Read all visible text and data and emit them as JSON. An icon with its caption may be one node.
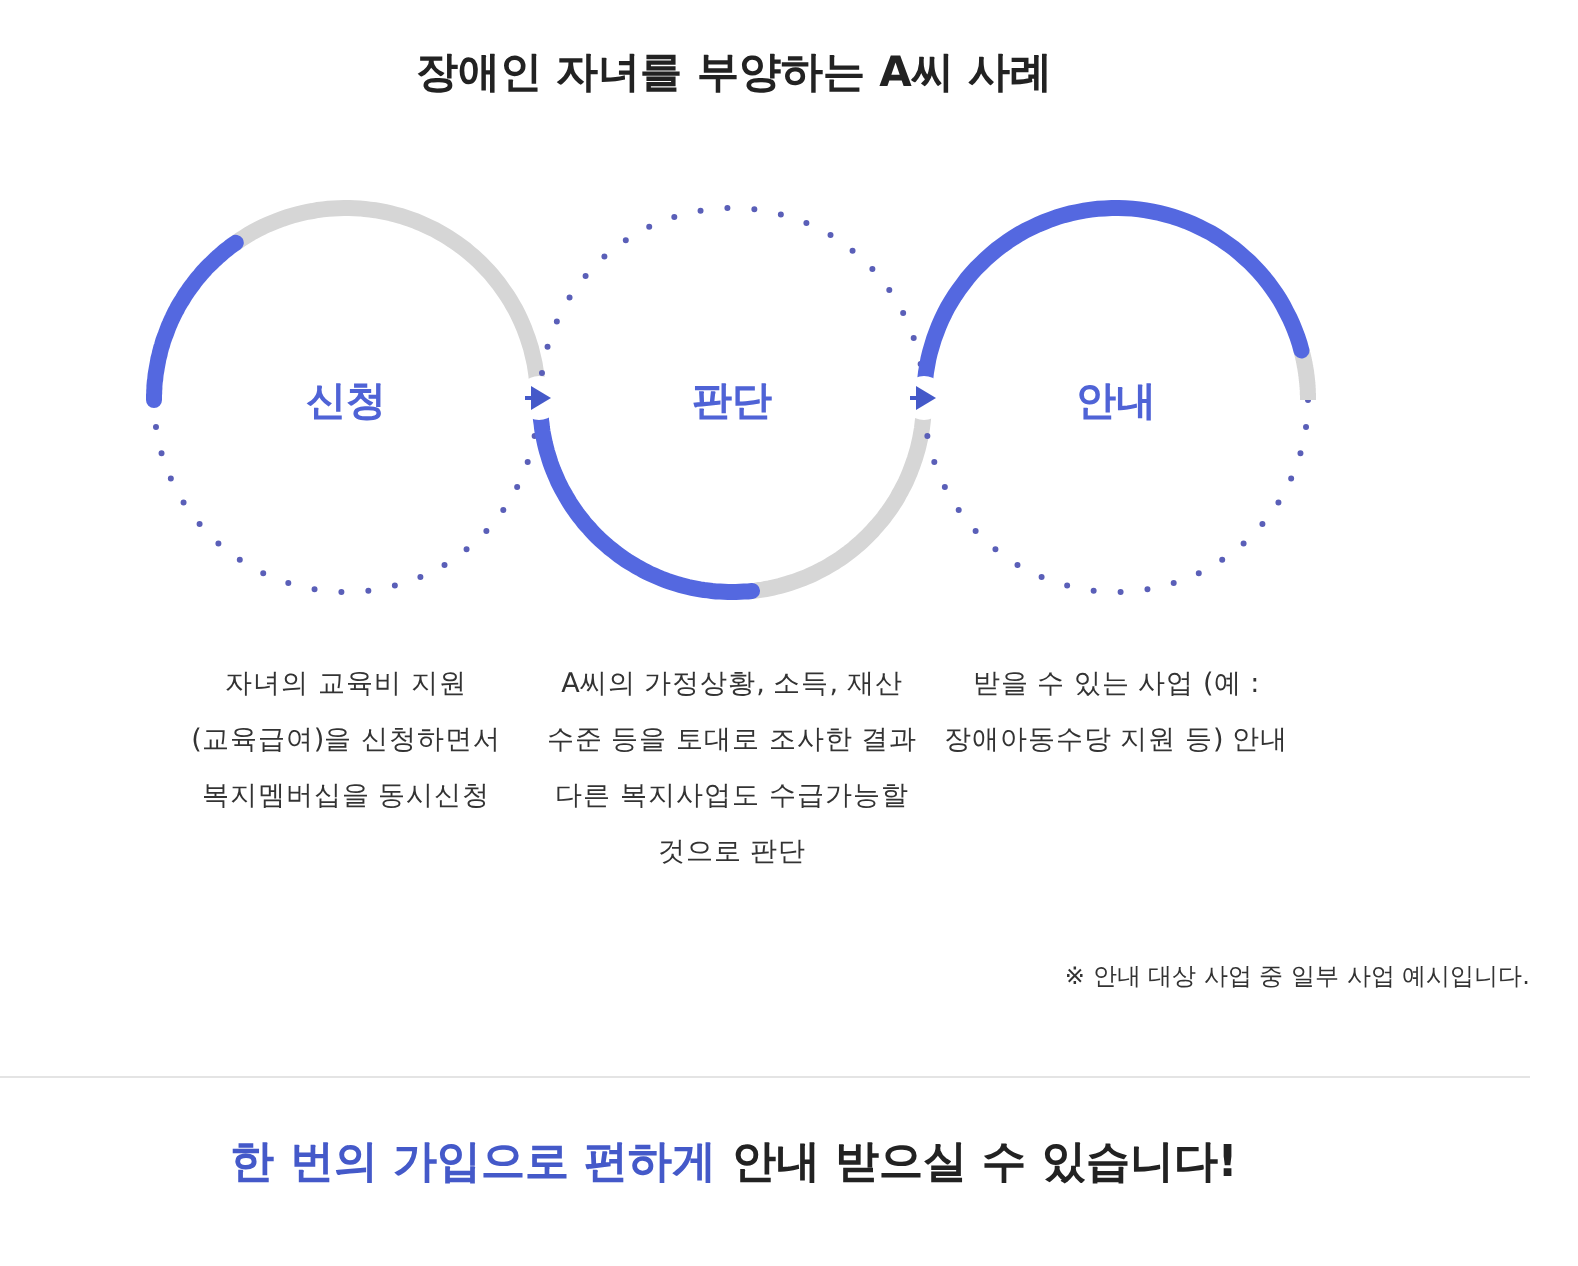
{
  "diagram": {
    "title": "장애인 자녀를 부양하는 A씨 사례",
    "caption": "*한 번의 가입으로 편하게* 안내 받으실 수 있습니다!",
    "nodes": [
      {
        "text": [
          "신청"
        ],
        "beside": [
          "자녀의 교육비 지원 (교육급여)을 신청하면서 복지멤버십을 동시신청"
        ]
      },
      {
        "text": [
          "판단"
        ],
        "beside": [
          "A씨의 가정상황, 소득, 재산 수준 등을 토대로 조사한 결과 다른 복지사업도 수급가능할 것으로 판단"
        ]
      },
      {
        "text": [
          "안내"
        ],
        "beside": [
          "받을 수 있는 사업 (예 : 장애아동수당 지원 등) 안내"
        ]
      }
    ],
    "edges": [
      {
        "from": 0,
        "to": 1,
        "arrow": "to"
      },
      {
        "from": 1,
        "to": 2,
        "arrow": "to"
      }
    ],
    "labels": [
      "※ 안내 대상 사업 중 일부 사업 예시입니다."
    ]
  }
}
